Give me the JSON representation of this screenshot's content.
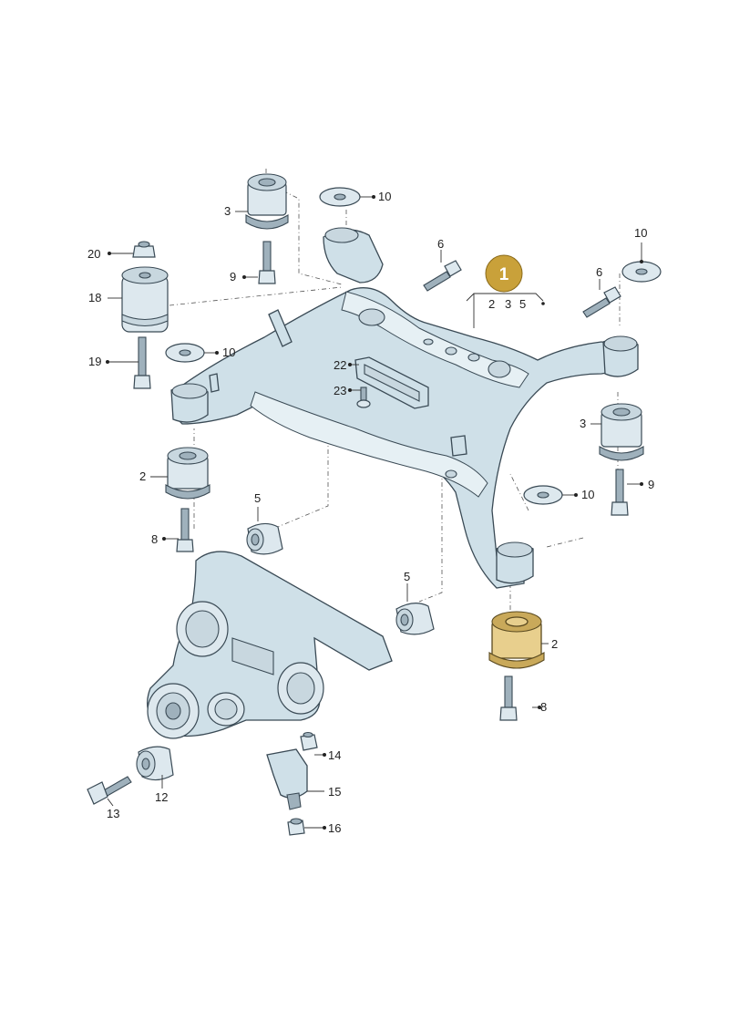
{
  "callout": {
    "number": "1",
    "sub_items": [
      "2",
      "3",
      "5"
    ]
  },
  "labels": {
    "l2a": "2",
    "l2b": "2",
    "l3a": "3",
    "l3b": "3",
    "l5a": "5",
    "l5b": "5",
    "l6a": "6",
    "l6b": "6",
    "l8a": "8",
    "l8b": "8",
    "l9a": "9",
    "l9b": "9",
    "l10a": "10",
    "l10b": "10",
    "l10c": "10",
    "l10d": "10",
    "l12": "12",
    "l13": "13",
    "l14": "14",
    "l15": "15",
    "l16": "16",
    "l18": "18",
    "l19": "19",
    "l20": "20",
    "l22": "22",
    "l23": "23"
  },
  "colors": {
    "callout_fill": "#c9a13a",
    "highlight_part": "#e8cf8d",
    "part_fill": "#dde8ee"
  }
}
